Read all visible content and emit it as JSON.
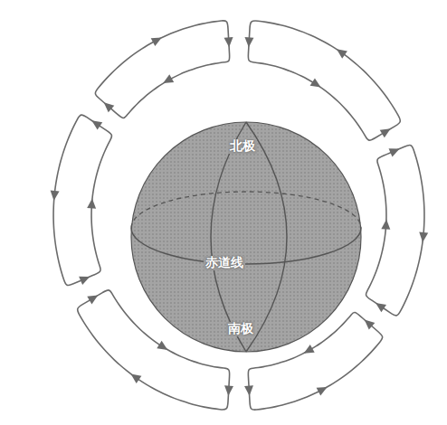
{
  "diagram": {
    "nodes": [
      {
        "text": [
          "北极",
          "赤道线",
          "南极"
        ]
      }
    ]
  }
}
